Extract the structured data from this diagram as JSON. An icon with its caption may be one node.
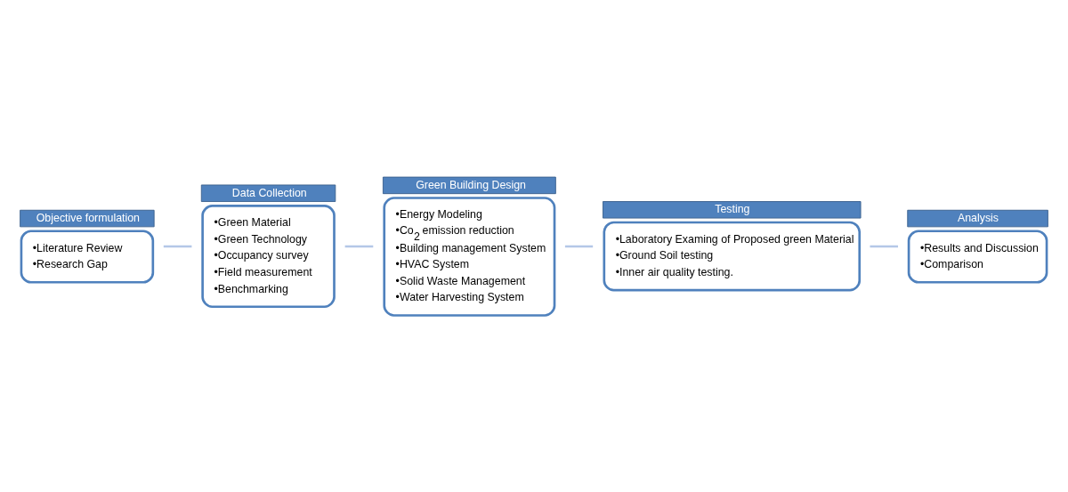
{
  "diagram": {
    "nodes": [
      {
        "text": [
          "Objective formulation",
          "•Literature Review",
          "•Research Gap"
        ]
      },
      {
        "text": [
          "Data Collection",
          "•Green Material",
          "•Green Technology",
          "•Occupancy survey",
          "•Field measurement",
          "•Benchmarking"
        ]
      },
      {
        "text": [
          "Green Building Design",
          "•Energy Modeling",
          "•Co$_{2}$ emission reduction",
          "•Building management System",
          "•HVAC System",
          "•Solid Waste Management",
          "•Water Harvesting System"
        ]
      },
      {
        "text": [
          "Testing",
          "•Laboratory Examing of Proposed green Material",
          "•Ground Soil testing",
          "•Inner air quality testing."
        ]
      },
      {
        "text": [
          "Analysis",
          "•Results and Discussion",
          "•Comparison"
        ]
      }
    ],
    "edges": [
      {
        "from": 0,
        "to": 1,
        "arrow": "none",
        "color": "#b4c7e7"
      },
      {
        "from": 1,
        "to": 2,
        "arrow": "none",
        "color": "#b4c7e7"
      },
      {
        "from": 2,
        "to": 3,
        "arrow": "none",
        "color": "#b4c7e7"
      },
      {
        "from": 3,
        "to": 4,
        "arrow": "none",
        "color": "#b4c7e7"
      }
    ]
  }
}
